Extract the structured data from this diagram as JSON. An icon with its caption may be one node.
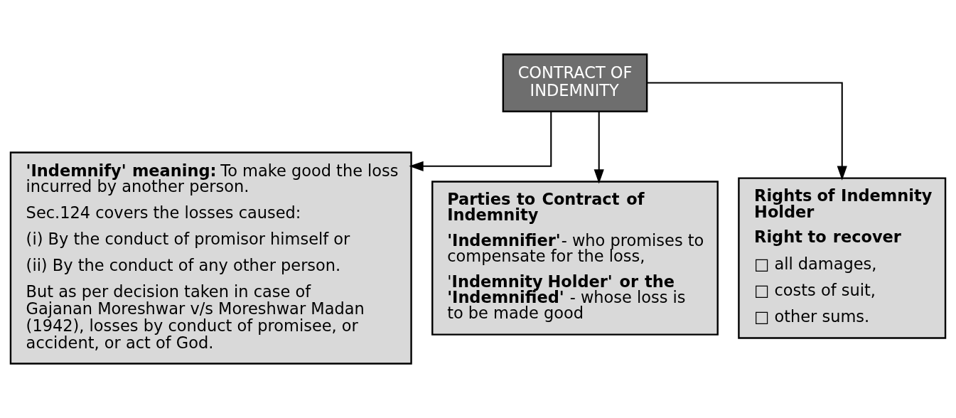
{
  "diagram": {
    "nodes": [
      {
        "text": [
          "CONTRACT OF INDEMNITY"
        ]
      },
      {
        "text": [
          "**'Indemnify' meaning:** To make good the loss incurred by another person.",
          "Sec.124 covers the losses caused:",
          "(i) By the conduct of promisor himself or",
          "(ii) By the conduct of any other person.",
          "But as per decision taken in case of Gajanan Moreshwar v/s Moreshwar Madan (1942), losses by conduct of promisee, or accident, or act of God."
        ]
      },
      {
        "text": [
          "**Parties to Contract of Indemnity**",
          "**'Indemnifier'**- who promises to compensate for the loss,",
          "'**Indemnity Holder' or the 'Indemnified'** - whose loss is to be made good"
        ]
      },
      {
        "text": [
          "**Rights of Indemnity Holder**",
          "**Right to recover**",
          "□ all damages,",
          "□ costs of suit,",
          "□ other sums."
        ]
      }
    ],
    "edges": [
      {
        "from": 0,
        "to": 1,
        "arrow": "to"
      },
      {
        "from": 0,
        "to": 2,
        "arrow": "to"
      },
      {
        "from": 0,
        "to": 3,
        "arrow": "to"
      }
    ]
  }
}
